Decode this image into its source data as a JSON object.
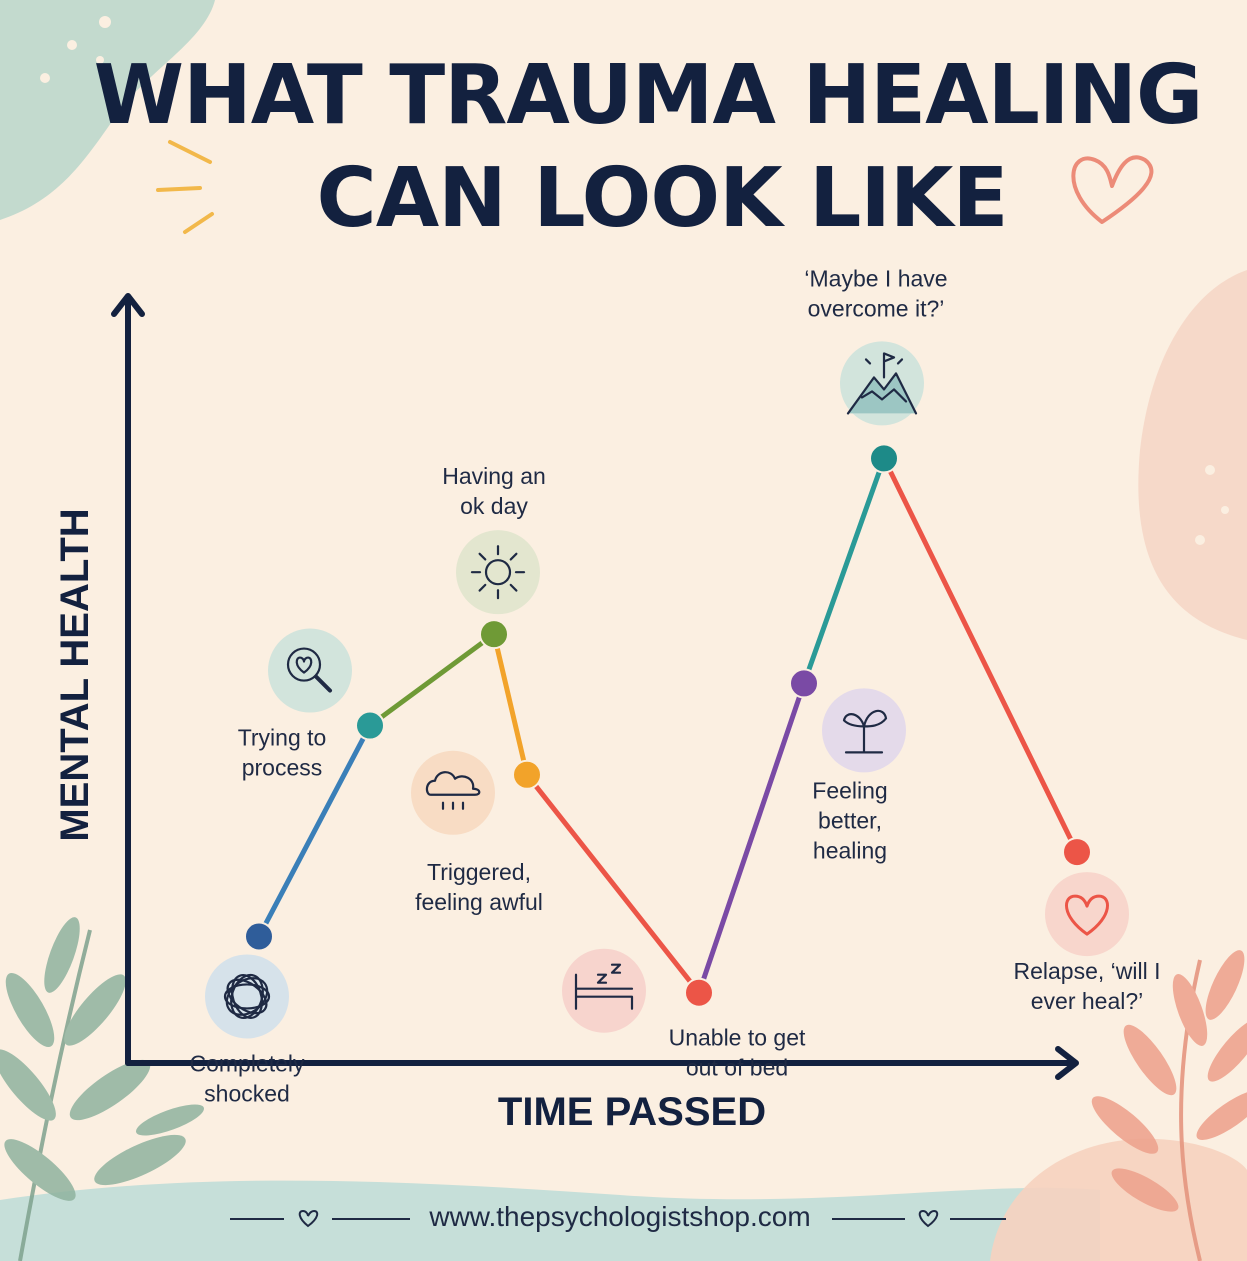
{
  "chart_data": {
    "type": "line",
    "title_lines": [
      "WHAT TRAUMA HEALING",
      "CAN LOOK LIKE"
    ],
    "xlabel": "TIME PASSED",
    "ylabel": "MENTAL HEALTH",
    "grid": false,
    "points": [
      {
        "x": 1,
        "y": 1.8,
        "label_lines": [
          "Completely",
          "shocked"
        ],
        "color": "#2f5d9a",
        "icon": "tangled-scribble-icon",
        "icon_bg": "#d6e2ea"
      },
      {
        "x": 2,
        "y": 4.8,
        "label_lines": [
          "Trying to",
          "process"
        ],
        "color": "#2a9a97",
        "icon": "heart-magnifier-icon",
        "icon_bg": "#d2e4dc"
      },
      {
        "x": 3,
        "y": 6.1,
        "label_lines": [
          "Having an",
          "ok day"
        ],
        "color": "#6f9a36",
        "icon": "sun-icon",
        "icon_bg": "#e3e6cf"
      },
      {
        "x": 4,
        "y": 4.1,
        "label_lines": [
          "Triggered,",
          "feeling awful"
        ],
        "color": "#f2a32a",
        "icon": "rain-cloud-icon",
        "icon_bg": "#f8dcc4"
      },
      {
        "x": 5,
        "y": 1.0,
        "label_lines": [
          "Unable to get",
          "out of bed"
        ],
        "color": "#ec5547",
        "icon": "sleeping-bed-icon",
        "icon_bg": "#f7d4cd"
      },
      {
        "x": 6,
        "y": 5.4,
        "label_lines": [
          "Feeling",
          "better,",
          "healing"
        ],
        "color": "#7a4aa5",
        "icon": "sprout-icon",
        "icon_bg": "#e4daea"
      },
      {
        "x": 7,
        "y": 8.6,
        "label_lines": [
          "‘Maybe I have",
          "overcome it?’"
        ],
        "color": "#1d8a88",
        "icon": "mountain-flag-icon",
        "icon_bg": "#d2e4dc"
      },
      {
        "x": 8,
        "y": 3.0,
        "label_lines": [
          "Relapse, ‘will I",
          "ever heal?’"
        ],
        "color": "#ec5547",
        "icon": "heart-icon",
        "icon_bg": "#f8d6cc"
      }
    ],
    "segment_colors": [
      "#3a7fb8",
      "#6f9a36",
      "#f2a32a",
      "#ec5547",
      "#7a4aa5",
      "#2a9a97",
      "#ec5547"
    ]
  },
  "footer": {
    "url": "www.thepsychologistshop.com"
  },
  "colors": {
    "background": "#fbefe1",
    "axis": "#13213f",
    "text": "#1f2a44",
    "leaf_green": "#8fb39f",
    "leaf_coral": "#eea48f",
    "accent_yellow": "#f2b84a",
    "heart_outline": "#ec8b78"
  }
}
